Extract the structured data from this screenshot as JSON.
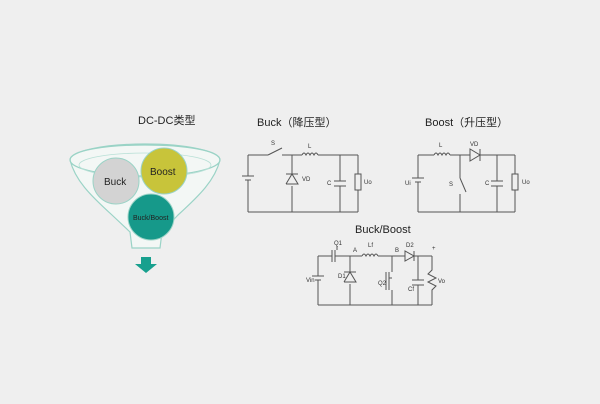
{
  "funnel": {
    "title": "DC-DC类型",
    "circle_buck": "Buck",
    "circle_boost": "Boost",
    "circle_buckboost": "Buck/Boost",
    "colors": {
      "funnel_outline": "#9ad3c6",
      "buck": "#d3d3d3",
      "boost": "#c8c43a",
      "buckboost": "#16998a",
      "arrow": "#18a08e"
    }
  },
  "buck_circuit": {
    "title": "Buck（降压型）",
    "switch_label": "S",
    "inductor_label": "L",
    "diode_label": "VD",
    "cap_label": "C",
    "load_label": "Uo"
  },
  "boost_circuit": {
    "title": "Boost（升压型）",
    "inductor_label": "L",
    "diode_label": "VD",
    "source_label": "Ui",
    "switch_label": "S",
    "cap_label": "C",
    "load_label": "Uo"
  },
  "buckboost_circuit": {
    "title": "Buck/Boost",
    "q1_label": "Q1",
    "l_label": "Lf",
    "node_a": "A",
    "node_b": "B",
    "d2_label": "D2",
    "plus_label": "+",
    "vin_label": "Vin",
    "d1_label": "D1",
    "q2_label": "Q2",
    "cf_label": "Cf",
    "vo_label": "Vo"
  }
}
